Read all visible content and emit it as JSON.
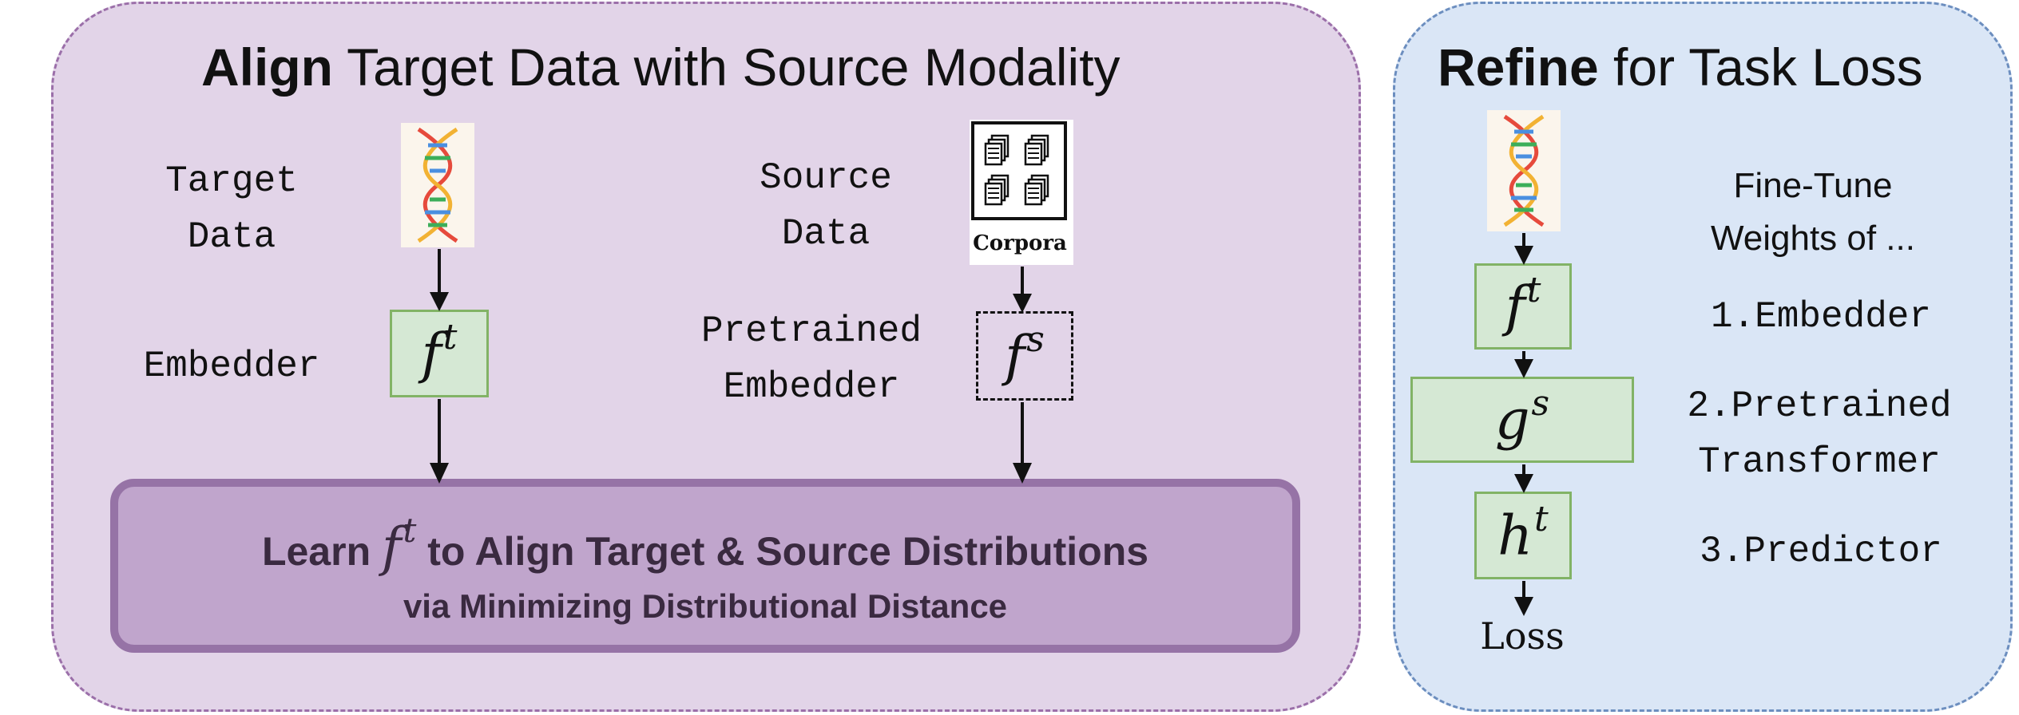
{
  "left_panel": {
    "title_bold": "Align",
    "title_rest": " Target Data with Source Modality",
    "target_data_line1": "Target",
    "target_data_line2": "Data",
    "source_data_line1": "Source",
    "source_data_line2": "Data",
    "corpora_label": "Corpora",
    "embedder_label": "Embedder",
    "pretrained_line1": "Pretrained",
    "pretrained_line2": "Embedder",
    "f_t": {
      "base": "f",
      "sup": "t"
    },
    "f_s": {
      "base": "f",
      "sup": "s"
    },
    "learn_box": {
      "prefix": "Learn ",
      "math_base": "f",
      "math_sup": "t",
      "suffix": " to Align Target & Source Distributions",
      "line2": "via Minimizing Distributional Distance"
    }
  },
  "right_panel": {
    "title_bold": "Refine",
    "title_rest": " for Task Loss",
    "finetune_line1": "Fine-Tune",
    "finetune_line2": "Weights of ...",
    "item1": "1.Embedder",
    "item2_line1": "2.Pretrained",
    "item2_line2": "Transformer",
    "item3": "3.Predictor",
    "f_t": {
      "base": "f",
      "sup": "t"
    },
    "g_s": {
      "base": "g",
      "sup": "s"
    },
    "h_t": {
      "base": "h",
      "sup": "t"
    },
    "loss_label": "Loss"
  },
  "colors": {
    "left_panel_fill": "#e2d4e8",
    "left_panel_border": "#9b6fa9",
    "right_panel_fill": "#dae6f6",
    "right_panel_border": "#6c8ebf",
    "green_box_fill": "#d5e8d4",
    "green_box_border": "#82b366",
    "learn_box_fill": "#c0a5cc",
    "learn_box_border": "#9673a6"
  },
  "icons": [
    "dna-icon",
    "documents-icon"
  ]
}
